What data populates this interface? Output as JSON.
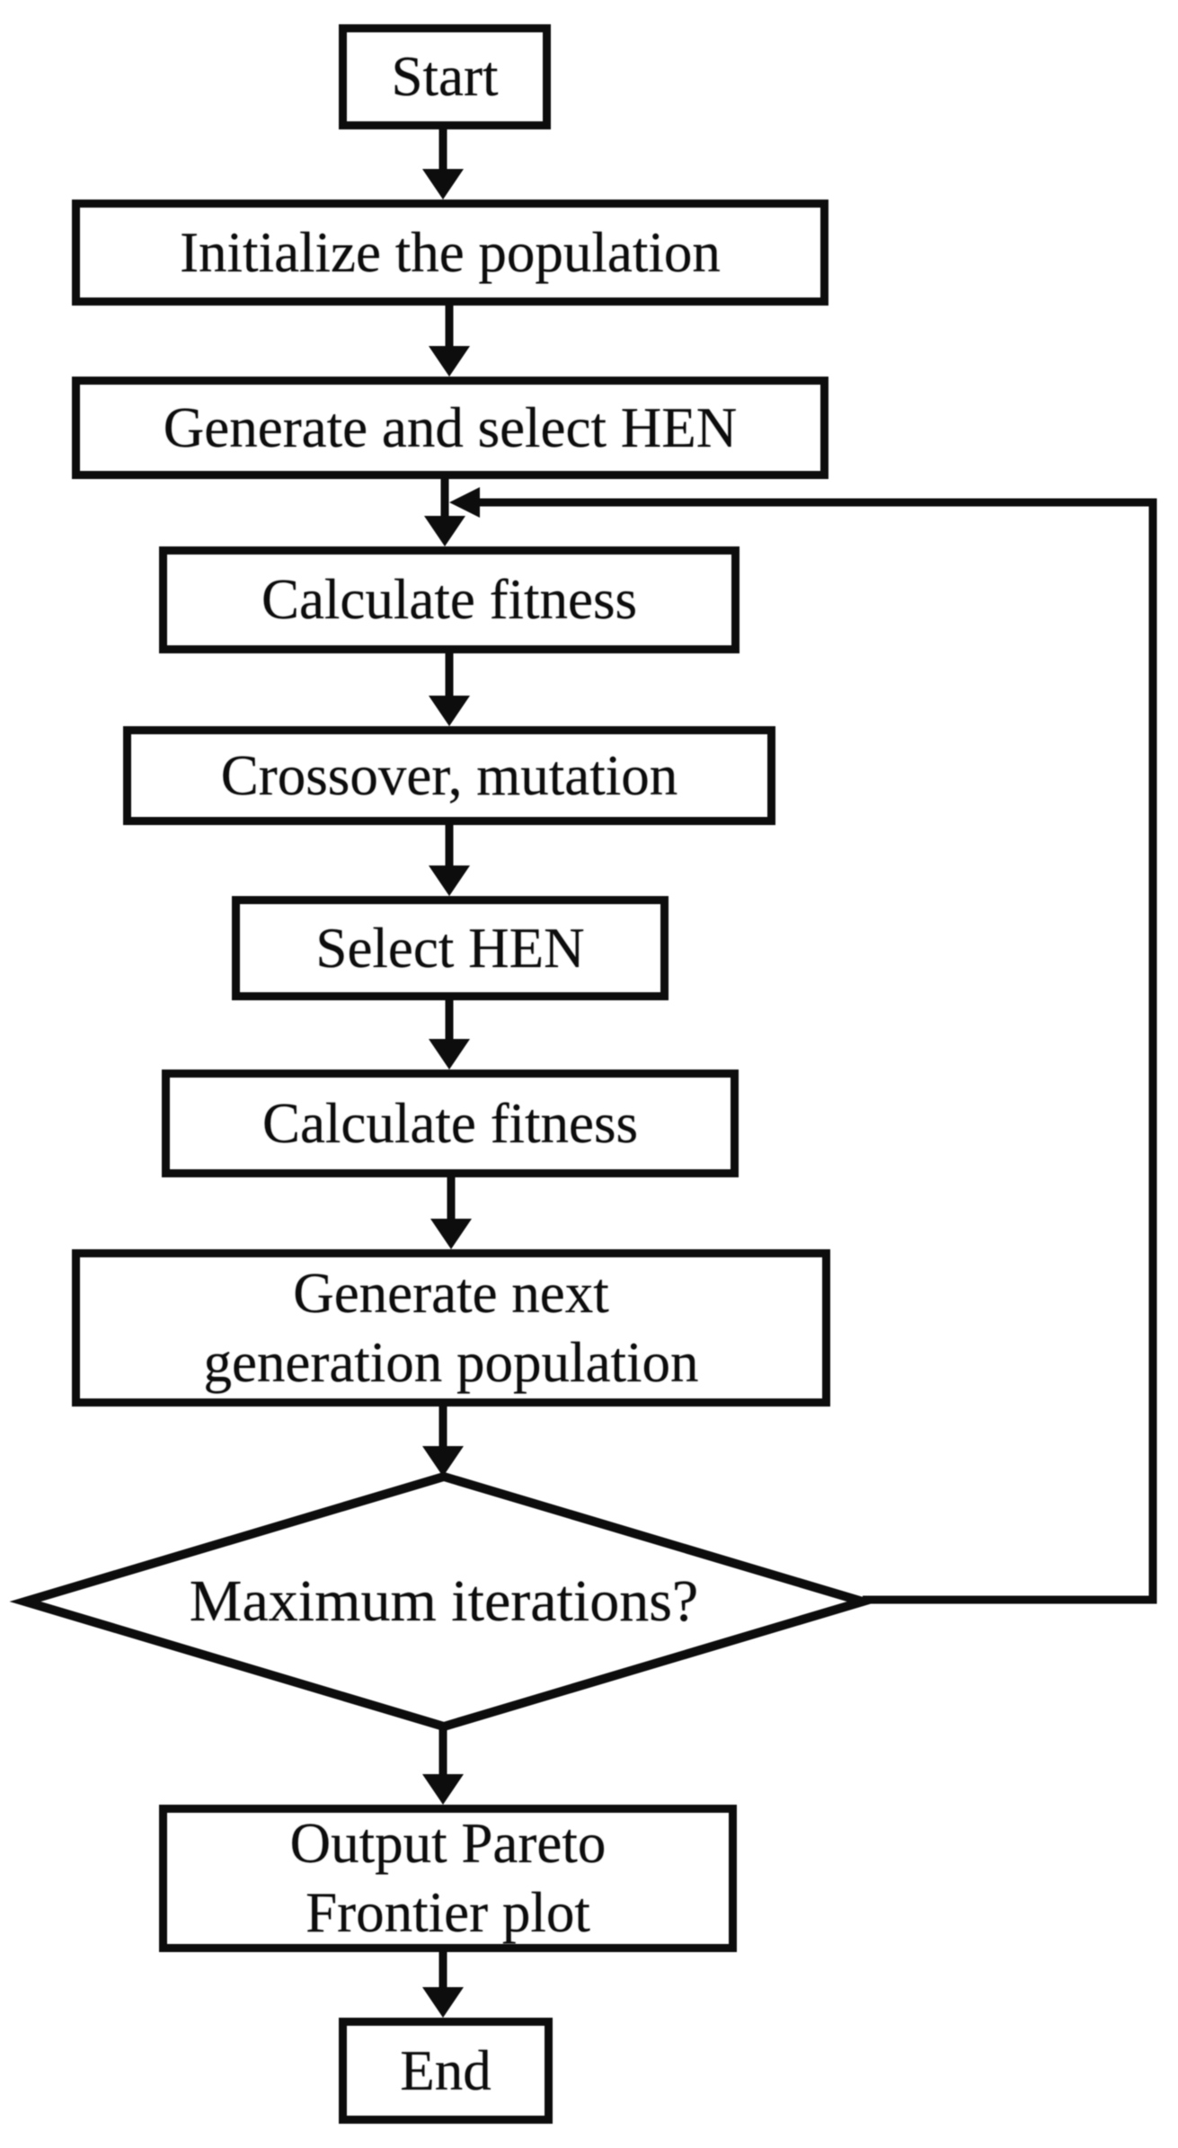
{
  "figure": {
    "type": "flowchart",
    "title": "Genetic algorithm flowchart for HEN Pareto optimization",
    "background_color": "#ffffff",
    "line_color": "#0d0d0d",
    "text_color": "#0d0d0d"
  },
  "nodes": {
    "start": {
      "label": "Start",
      "shape": "rect"
    },
    "initialize": {
      "label": "Initialize the population",
      "shape": "rect"
    },
    "generate_select_hen": {
      "label": "Generate and select HEN",
      "shape": "rect"
    },
    "calculate_fitness_1": {
      "label": "Calculate fitness",
      "shape": "rect"
    },
    "crossover_mutation": {
      "label": "Crossover, mutation",
      "shape": "rect"
    },
    "select_hen": {
      "label": "Select HEN",
      "shape": "rect"
    },
    "calculate_fitness_2": {
      "label": "Calculate fitness",
      "shape": "rect"
    },
    "generate_next": {
      "label": "Generate next\ngeneration population",
      "shape": "rect"
    },
    "max_iterations": {
      "label": "Maximum iterations?",
      "shape": "diamond"
    },
    "output_pareto": {
      "label": "Output Pareto\nFrontier plot",
      "shape": "rect"
    },
    "end": {
      "label": "End",
      "shape": "rect"
    }
  },
  "edges": [
    {
      "from": "start",
      "to": "initialize",
      "type": "arrow"
    },
    {
      "from": "initialize",
      "to": "generate_select_hen",
      "type": "arrow"
    },
    {
      "from": "generate_select_hen",
      "to": "calculate_fitness_1",
      "type": "arrow"
    },
    {
      "from": "calculate_fitness_1",
      "to": "crossover_mutation",
      "type": "arrow"
    },
    {
      "from": "crossover_mutation",
      "to": "select_hen",
      "type": "arrow"
    },
    {
      "from": "select_hen",
      "to": "calculate_fitness_2",
      "type": "arrow"
    },
    {
      "from": "calculate_fitness_2",
      "to": "generate_next",
      "type": "arrow"
    },
    {
      "from": "generate_next",
      "to": "max_iterations",
      "type": "arrow"
    },
    {
      "from": "max_iterations",
      "to": "output_pareto",
      "type": "arrow"
    },
    {
      "from": "output_pareto",
      "to": "end",
      "type": "arrow"
    },
    {
      "from": "max_iterations",
      "to": "calculate_fitness_1",
      "type": "loop-back",
      "route": "right-side, rejoins arrow above first Calculate fitness"
    }
  ]
}
